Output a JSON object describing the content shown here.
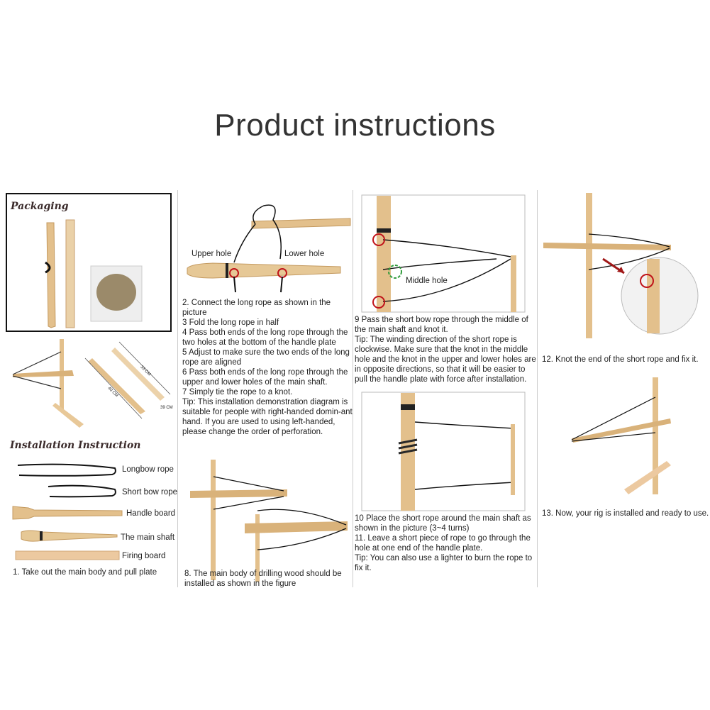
{
  "title": "Product instructions",
  "colors": {
    "wood": "#e3c08c",
    "rope": "#111111",
    "marker_red": "#c0141a",
    "marker_green": "#2e9a3a"
  },
  "col1": {
    "packaging_heading": "Packaging",
    "dimensions": [
      "33 CM",
      "40 CM",
      "39 CM"
    ],
    "installation_heading": "Installation Instruction",
    "parts": [
      "Longbow rope",
      "Short bow rope",
      "Handle board",
      "The main shaft",
      "Firing board"
    ],
    "step1": "1. Take out the main body and pull plate"
  },
  "col2": {
    "upper_hole": "Upper hole",
    "lower_hole": "Lower hole",
    "steps": [
      "2. Connect the long rope as shown in the picture",
      "3 Fold the long rope in half",
      "4 Pass both ends of the long rope through the two holes at the bottom of the handle plate",
      "5 Adjust to make sure the two ends of the long rope are aligned",
      "6 Pass both ends of the long rope through the upper and lower holes of the main shaft.",
      "7 Simply tie the rope to a knot.",
      "Tip: This installation demonstration diagram is suitable for people with right-handed domin-ant hand. If you are used to using left-handed, please change the order of perforation."
    ],
    "step8": "8. The main body of drilling wood should be installed as shown in the figure"
  },
  "col3": {
    "middle_hole": "Middle hole",
    "step9": "9 Pass the short bow rope through the middle of the main shaft and knot it.",
    "tip9": "Tip: The winding direction of the short rope is clockwise. Make sure that the knot in the middle hole and the knot in the upper and lower holes are in opposite directions, so that it will be easier to pull the handle plate with force after installation.",
    "step10": "10 Place the short rope around the main shaft as shown in the picture (3~4 turns)",
    "step11": "11. Leave a short piece of rope to go through the hole at one end of the handle plate.",
    "tip11": "Tip: You can also use a lighter to burn the rope to fix it."
  },
  "col4": {
    "step12": "12. Knot the end of the short rope and fix it.",
    "step13": "13. Now, your rig is installed and ready to use."
  }
}
